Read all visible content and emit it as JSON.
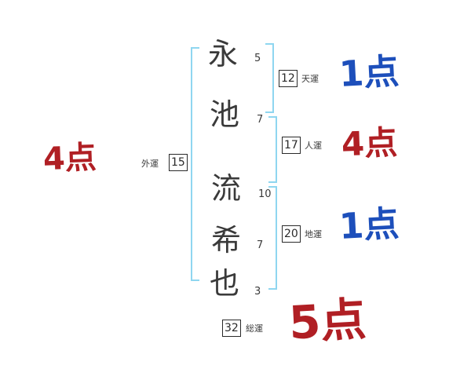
{
  "name_chars": [
    {
      "char": "永",
      "strokes": "5"
    },
    {
      "char": "池",
      "strokes": "7"
    },
    {
      "char": "流",
      "strokes": "10"
    },
    {
      "char": "希",
      "strokes": "7"
    },
    {
      "char": "也",
      "strokes": "3"
    }
  ],
  "fortunes": {
    "outer": {
      "label": "外運",
      "value": "15",
      "score": "4点",
      "score_color": "red"
    },
    "heaven": {
      "label": "天運",
      "value": "12",
      "score": "1点",
      "score_color": "blue"
    },
    "person": {
      "label": "人運",
      "value": "17",
      "score": "4点",
      "score_color": "red"
    },
    "earth": {
      "label": "地運",
      "value": "20",
      "score": "1点",
      "score_color": "blue"
    },
    "total": {
      "label": "総運",
      "value": "32",
      "score": "5点",
      "score_color": "red"
    }
  },
  "colors": {
    "score_red": "#b01f24",
    "score_blue": "#1d4fbb",
    "bracket_blue": "#8fd6f0",
    "ink": "#3a3a3a"
  }
}
